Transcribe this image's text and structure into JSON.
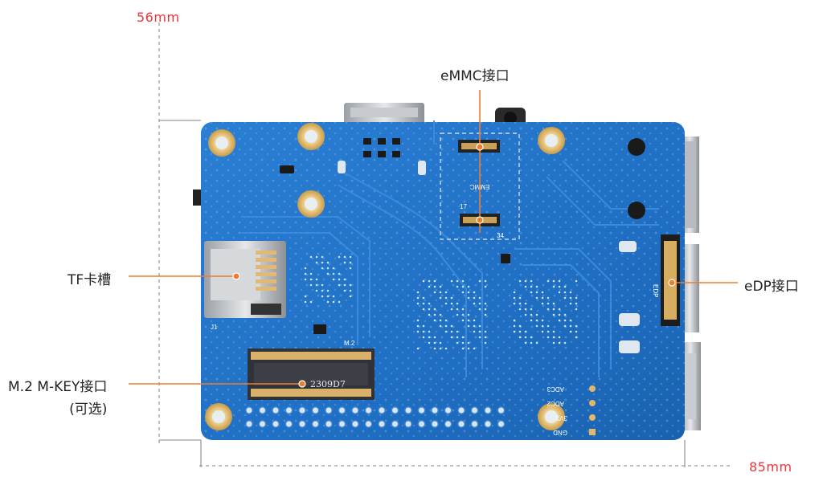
{
  "colors": {
    "accent_orange": "#ee7d2b",
    "dimension_red": "#e8373c",
    "board_blue": "#1f6fc4",
    "silkscreen_white": "#ffffff",
    "label_text": "#222222"
  },
  "dimensions": {
    "width_label": "56mm",
    "length_label": "85mm"
  },
  "callouts": {
    "emmc": "eMMC接口",
    "tf_slot": "TF卡槽",
    "edp": "eDP接口",
    "m2_line1": "M.2 M-KEY接口",
    "m2_line2": "(可选)"
  },
  "silkscreen": {
    "emmc": "EMMC",
    "edp": "EDP",
    "m2": "M.2",
    "tf": "J1",
    "m2_chip": "2309D7",
    "pin_adc3": "ADC3",
    "pin_adc2": "ADC2",
    "pin_3v3": "3V3",
    "pin_gnd": "GND",
    "emmc_pin17": "17",
    "emmc_pin34": "34"
  }
}
